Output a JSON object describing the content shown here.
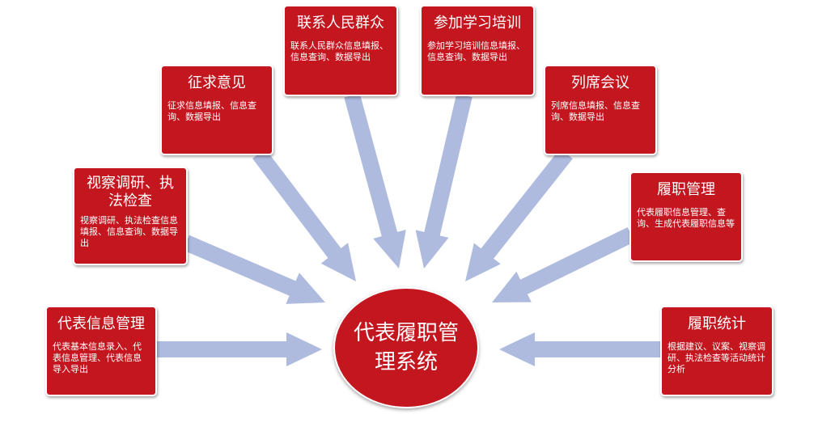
{
  "center": {
    "label": "代表履职管理系统"
  },
  "colors": {
    "box": "#c3161f",
    "arrow": "#aebbde",
    "text": "#ffffff"
  },
  "modules": [
    {
      "title": "代表信息管理",
      "desc": "代表基本信息录入、代表信息管理、代表信息导入导出"
    },
    {
      "title": "视察调研、执法检查",
      "desc": "视察调研、执法检查信息填报、信息查询、数据导出"
    },
    {
      "title": "征求意见",
      "desc": "征求信息填报、信息查询、数据导出"
    },
    {
      "title": "联系人民群众",
      "desc": "联系人民群众信息填报、信息查询、数据导出"
    },
    {
      "title": "参加学习培训",
      "desc": "参加学习培训信息填报、信息查询、数据导出"
    },
    {
      "title": "列席会议",
      "desc": "列席信息填报、信息查询、数据导出"
    },
    {
      "title": "履职管理",
      "desc": "代表履职信息管理、查询、生成代表履职信息等"
    },
    {
      "title": "履职统计",
      "desc": "根据建议、议案、视察调研、执法检查等活动统计分析"
    }
  ]
}
